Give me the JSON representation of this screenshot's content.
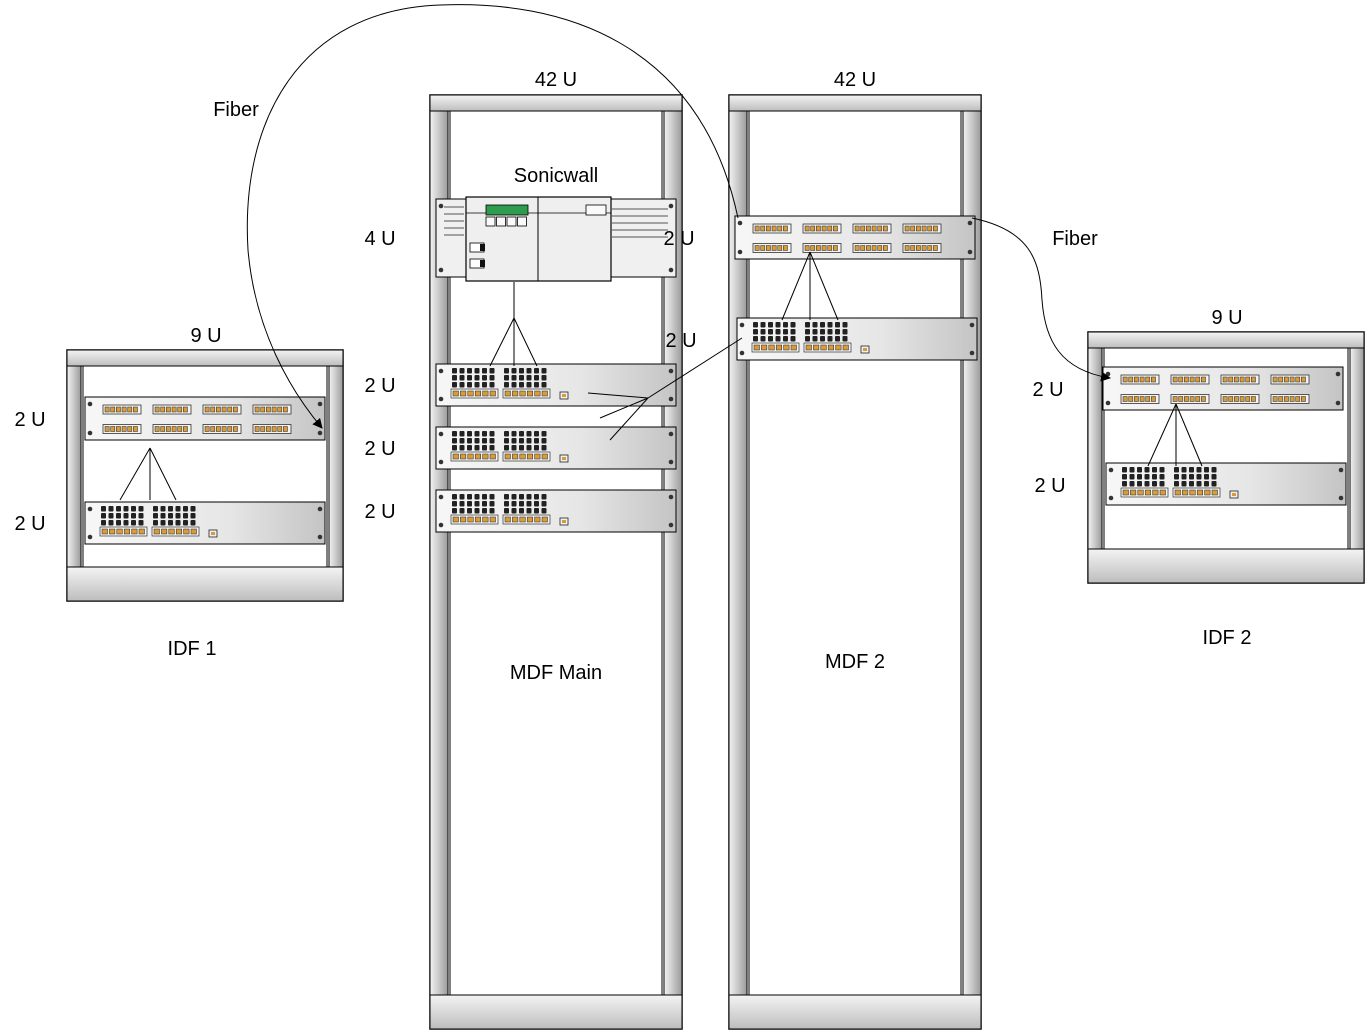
{
  "labels": {
    "fiber_left": "Fiber",
    "fiber_right": "Fiber",
    "mdf_main_capacity": "42 U",
    "mdf2_capacity": "42 U",
    "sonicwall": "Sonicwall",
    "sonicwall_size": "4 U",
    "mdf_main_side_label": "2 U",
    "mdf_main_switch1_size": "2 U",
    "mdf_main_switch2_size": "2 U",
    "mdf_main_switch3_size": "2 U",
    "mdf2_switch_side_label": "2 U",
    "idf1_capacity": "9 U",
    "idf1_patch_size": "2 U",
    "idf1_switch_size": "2 U",
    "idf1_name": "IDF 1",
    "mdf_main_name": "MDF Main",
    "mdf2_name": "MDF 2",
    "idf2_capacity": "9 U",
    "idf2_patch_size": "2 U",
    "idf2_switch_size": "2 U",
    "idf2_name": "IDF 2"
  },
  "colors": {
    "rack_fill": "#e6e6e6",
    "rack_post": "#d0d0d0",
    "device_fill": "#e4e4e4",
    "sonicwall_screen": "#2e9b4e",
    "port_orange": "#d79b3a",
    "port_dark": "#222222"
  }
}
